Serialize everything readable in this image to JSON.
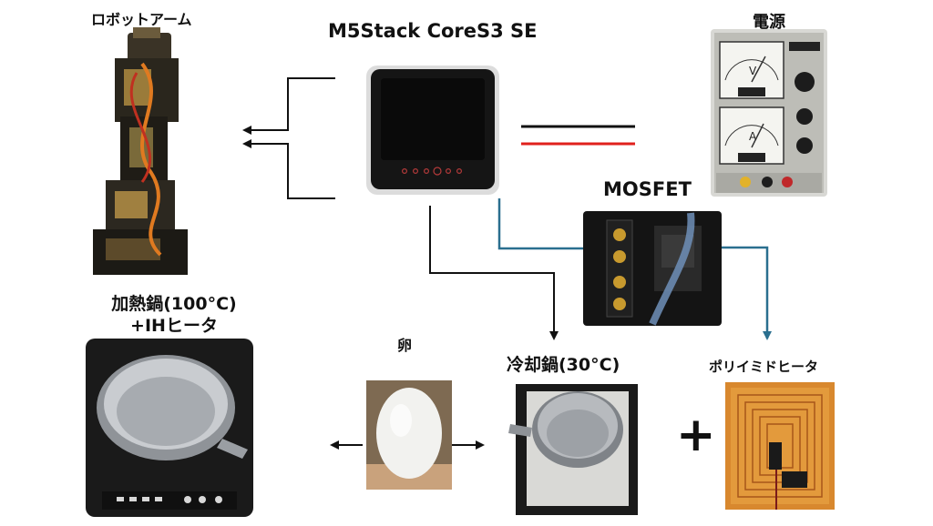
{
  "labels": {
    "robot_arm": "ロボットアーム",
    "controller": "M5Stack CoreS3 SE",
    "power_supply": "電源",
    "mosfet": "MOSFET",
    "heating_pot_line1": "加熱鍋(100°C)",
    "heating_pot_line2": "+IHヒータ",
    "egg": "卵",
    "cooling_pot": "冷却鍋(30°C)",
    "polyimide_heater": "ポリイミドヒータ",
    "plus_sign": "+"
  },
  "psu_meters": {
    "voltage_unit": "V",
    "current_unit": "A"
  },
  "colors": {
    "wire_black": "#111111",
    "wire_red": "#e0201c",
    "wire_blue": "#2a6f8f"
  }
}
